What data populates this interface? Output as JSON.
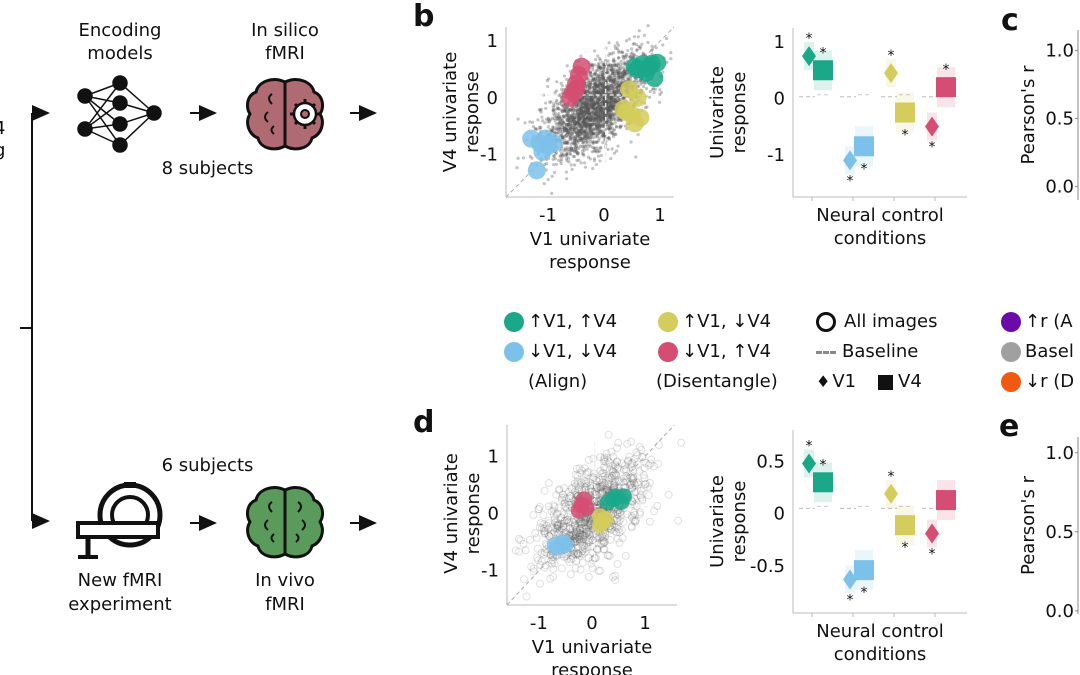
{
  "flow": {
    "left_cut_text": [
      "4",
      "g"
    ],
    "top": {
      "model_label": [
        "Encoding",
        "models"
      ],
      "result_label": [
        "In silico",
        "fMRI"
      ],
      "subjects": "8 subjects",
      "brain_color": "#b06a72"
    },
    "bottom": {
      "subjects": "6 subjects",
      "model_label": [
        "New fMRI",
        "experiment"
      ],
      "result_label": [
        "In vivo",
        "fMRI"
      ],
      "brain_color": "#5a9a5a"
    }
  },
  "panels": {
    "b": "b",
    "c": "c",
    "d": "d",
    "e": "e"
  },
  "legend": {
    "items": [
      {
        "label": "↑V1, ↑V4",
        "color": "#1aa889"
      },
      {
        "label": "↓V1, ↓V4",
        "color": "#7cc1ea"
      },
      {
        "label": "(Align)",
        "color": ""
      },
      {
        "label": "↑V1, ↓V4",
        "color": "#d4cc5c"
      },
      {
        "label": "↓V1, ↑V4",
        "color": "#d54d72"
      },
      {
        "label": "(Disentangle)",
        "color": ""
      }
    ],
    "all_images": "All images",
    "baseline": "Baseline",
    "v1_label": "V1",
    "v4_label": "V4",
    "right_items": [
      {
        "label": "↑r (A",
        "color": "#6a0aa8"
      },
      {
        "label": "Basel",
        "color": "#a0a0a0"
      },
      {
        "label": "↓r (D",
        "color": "#f05a10"
      }
    ]
  },
  "chart_data": [
    {
      "id": "b-scatter",
      "type": "scatter",
      "title": "",
      "xlabel": "V1 univariate response",
      "ylabel": "V4 univariate response",
      "xticks": [
        "-1",
        "0",
        "1"
      ],
      "yticks": [
        "1",
        "0",
        "-1"
      ],
      "xlim": [
        -1.75,
        1.25
      ],
      "ylim": [
        -1.75,
        1.25
      ],
      "baseline": {
        "x": 0.03,
        "y": 0.05
      },
      "clusters": [
        {
          "name": "↑V1, ↑V4",
          "color": "#1aa889",
          "points": [
            [
              0.55,
              0.55
            ],
            [
              0.7,
              0.6
            ],
            [
              0.85,
              0.6
            ],
            [
              0.95,
              0.62
            ],
            [
              0.75,
              0.45
            ],
            [
              0.9,
              0.35
            ],
            [
              0.6,
              0.5
            ],
            [
              0.8,
              0.55
            ]
          ]
        },
        {
          "name": "↓V1, ↓V4",
          "color": "#7cc1ea",
          "points": [
            [
              -1.3,
              -0.72
            ],
            [
              -1.15,
              -0.8
            ],
            [
              -1.05,
              -0.72
            ],
            [
              -0.9,
              -0.8
            ],
            [
              -1.1,
              -0.95
            ],
            [
              -1.2,
              -1.28
            ],
            [
              -1.0,
              -0.85
            ]
          ]
        },
        {
          "name": "↑V1, ↓V4",
          "color": "#d4cc5c",
          "points": [
            [
              0.45,
              0.15
            ],
            [
              0.6,
              0.0
            ],
            [
              0.35,
              -0.2
            ],
            [
              0.5,
              -0.3
            ],
            [
              0.65,
              -0.35
            ],
            [
              0.55,
              -0.45
            ],
            [
              0.4,
              -0.25
            ]
          ]
        },
        {
          "name": "↓V1, ↑V4",
          "color": "#d54d72",
          "points": [
            [
              -0.4,
              0.55
            ],
            [
              -0.45,
              0.4
            ],
            [
              -0.5,
              0.25
            ],
            [
              -0.55,
              0.1
            ],
            [
              -0.6,
              0.0
            ],
            [
              -0.5,
              0.15
            ]
          ]
        }
      ]
    },
    {
      "id": "b-univariate",
      "type": "scatter",
      "xlabel": "Neural control conditions",
      "ylabel": "Univariate response",
      "yticks": [
        "1",
        "0",
        "-1"
      ],
      "ylim": [
        -1.75,
        1.25
      ],
      "baseline": 0.03,
      "conditions": [
        {
          "color": "#1aa889",
          "v1": 0.75,
          "v4": 0.5,
          "v1_sig": "*",
          "v4_sig": "*",
          "v1_star": "above",
          "v4_star": "above"
        },
        {
          "color": "#7cc1ea",
          "v1": -1.1,
          "v4": -0.85,
          "v1_sig": "*",
          "v4_sig": "*",
          "v1_star": "below",
          "v4_star": "below"
        },
        {
          "color": "#d4cc5c",
          "v1": 0.45,
          "v4": -0.25,
          "v1_sig": "*",
          "v4_sig": "*",
          "v1_star": "above",
          "v4_star": "below"
        },
        {
          "color": "#d54d72",
          "v1": -0.5,
          "v4": 0.2,
          "v1_sig": "*",
          "v4_sig": "*",
          "v1_star": "below",
          "v4_star": "above"
        }
      ]
    },
    {
      "id": "c-pearson",
      "type": "bar",
      "ylabel": "Pearson's r",
      "yticks": [
        "1.0",
        "0.5",
        "0.0"
      ],
      "ylim": [
        -0.1,
        1.15
      ]
    },
    {
      "id": "d-scatter",
      "type": "scatter",
      "xlabel": "V1 univariate response",
      "ylabel": "V4 univariate response",
      "xticks": [
        "-1",
        "0",
        "1"
      ],
      "yticks": [
        "1",
        "0",
        "-1"
      ],
      "xlim": [
        -1.6,
        1.6
      ],
      "ylim": [
        -1.6,
        1.6
      ],
      "baseline": {
        "x": 0.05,
        "y": 0.12
      },
      "clusters": [
        {
          "name": "↑V1, ↑V4",
          "color": "#1aa889",
          "points": [
            [
              0.3,
              0.2
            ],
            [
              0.45,
              0.3
            ],
            [
              0.6,
              0.3
            ],
            [
              0.55,
              0.2
            ],
            [
              0.4,
              0.25
            ]
          ]
        },
        {
          "name": "↓V1, ↓V4",
          "color": "#7cc1ea",
          "points": [
            [
              -0.7,
              -0.55
            ],
            [
              -0.55,
              -0.5
            ],
            [
              -0.65,
              -0.6
            ],
            [
              -0.5,
              -0.55
            ]
          ]
        },
        {
          "name": "↑V1, ↓V4",
          "color": "#d4cc5c",
          "points": [
            [
              0.15,
              -0.05
            ],
            [
              0.2,
              -0.15
            ],
            [
              0.15,
              -0.2
            ],
            [
              0.25,
              -0.1
            ]
          ]
        },
        {
          "name": "↓V1, ↑V4",
          "color": "#d54d72",
          "points": [
            [
              -0.2,
              0.15
            ],
            [
              -0.15,
              0.25
            ],
            [
              -0.1,
              0.1
            ],
            [
              -0.25,
              0.05
            ]
          ]
        }
      ]
    },
    {
      "id": "d-univariate",
      "type": "scatter",
      "xlabel": "Neural control conditions",
      "ylabel": "Univariate response",
      "yticks": [
        "0.5",
        "0",
        "-0.5"
      ],
      "ylim": [
        -0.95,
        0.8
      ],
      "baseline": 0.05,
      "conditions": [
        {
          "color": "#1aa889",
          "v1": 0.48,
          "v4": 0.3,
          "v1_sig": "*",
          "v4_sig": "*",
          "v1_star": "above",
          "v4_star": "above"
        },
        {
          "color": "#7cc1ea",
          "v1": -0.63,
          "v4": -0.54,
          "v1_sig": "*",
          "v4_sig": "*",
          "v1_star": "below",
          "v4_star": "below"
        },
        {
          "color": "#d4cc5c",
          "v1": 0.19,
          "v4": -0.11,
          "v1_sig": "*",
          "v4_sig": "*",
          "v1_star": "above",
          "v4_star": "below"
        },
        {
          "color": "#d54d72",
          "v1": -0.19,
          "v4": 0.13,
          "v1_sig": "*",
          "v4_sig": "",
          "v1_star": "below",
          "v4_star": "above"
        }
      ]
    },
    {
      "id": "e-pearson",
      "type": "bar",
      "ylabel": "Pearson's r",
      "yticks": [
        "1.0",
        "0.5",
        "0.0"
      ],
      "ylim": [
        -0.02,
        1.1
      ]
    }
  ]
}
